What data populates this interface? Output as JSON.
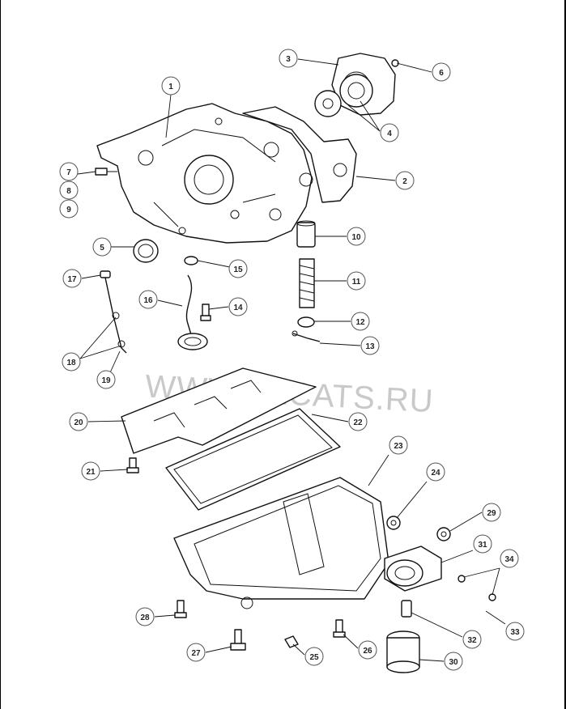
{
  "watermark": "WWW.ELCATS.RU",
  "callouts": {
    "c1": "1",
    "c2": "2",
    "c3": "3",
    "c4": "4",
    "c5": "5",
    "c6": "6",
    "c7": "7",
    "c8": "8",
    "c9": "9",
    "c10": "10",
    "c11": "11",
    "c12": "12",
    "c13": "13",
    "c14": "14",
    "c15": "15",
    "c16": "16",
    "c17": "17",
    "c18": "18",
    "c19": "19",
    "c20": "20",
    "c21": "21",
    "c22": "22",
    "c23": "23",
    "c24": "24",
    "c25": "25",
    "c26": "26",
    "c27": "27",
    "c28": "28",
    "c29": "29",
    "c30": "30",
    "c31": "31",
    "c32": "32",
    "c33": "33",
    "c34": "34"
  }
}
